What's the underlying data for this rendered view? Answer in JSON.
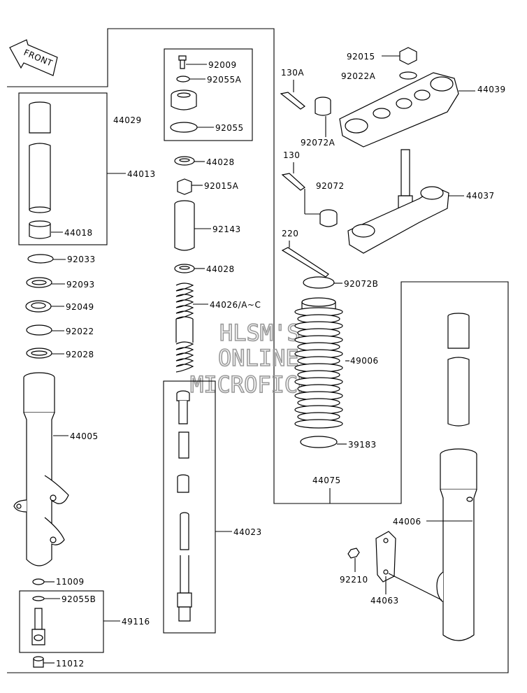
{
  "front_label": "FRONT",
  "watermark": [
    "HLSM'S",
    "ONLINE",
    "MICROFICHE"
  ],
  "parts": {
    "p92009": "92009",
    "p92055A": "92055A",
    "p92055": "92055",
    "p44029": "44029",
    "p44013": "44013",
    "p44018": "44018",
    "p44028a": "44028",
    "p92015A": "92015A",
    "p92143": "92143",
    "p44028b": "44028",
    "p44026": "44026/A~C",
    "p92033": "92033",
    "p92093": "92093",
    "p92049": "92049",
    "p92022": "92022",
    "p92028": "92028",
    "p44005": "44005",
    "p11009": "11009",
    "p92055B": "92055B",
    "p49116": "49116",
    "p11012": "11012",
    "p44023": "44023",
    "p92015": "92015",
    "p92022A": "92022A",
    "p130A": "130A",
    "p44039": "44039",
    "p92072A": "92072A",
    "p130": "130",
    "p92072": "92072",
    "p44037": "44037",
    "p220": "220",
    "p92072B": "92072B",
    "p49006": "49006",
    "p39183": "39183",
    "p44075": "44075",
    "p44006": "44006",
    "p92210": "92210",
    "p44063": "44063"
  }
}
